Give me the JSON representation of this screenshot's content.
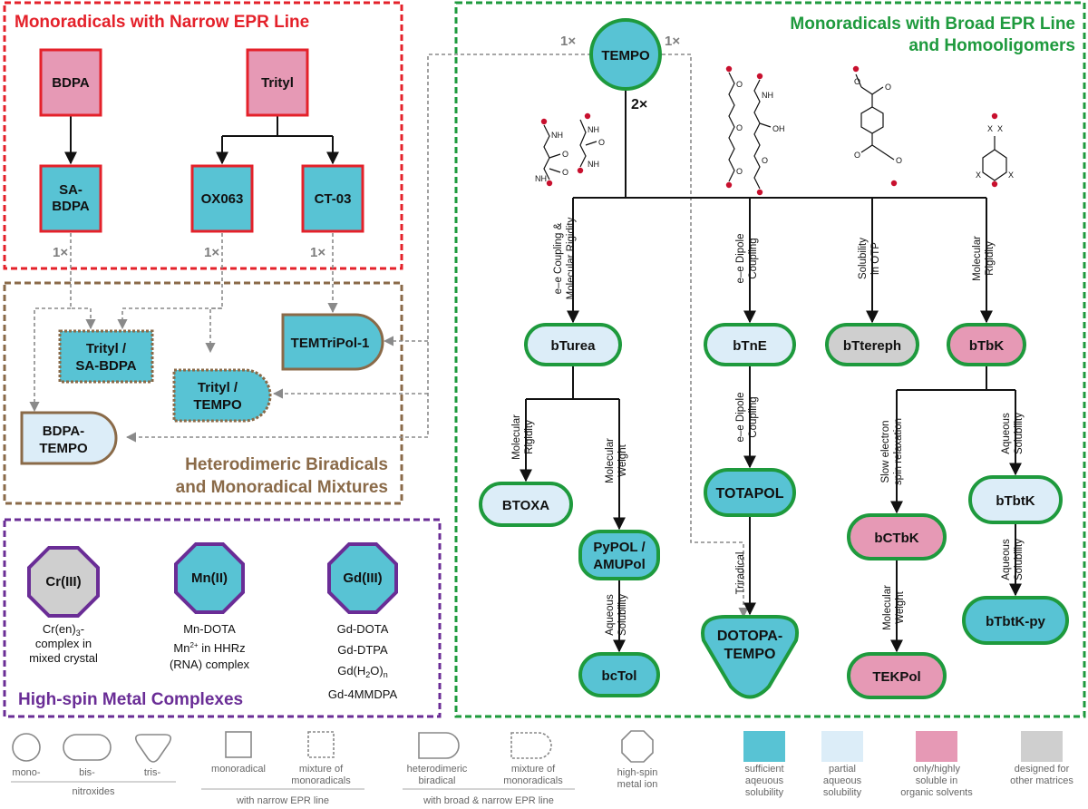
{
  "sections": {
    "narrow": "Monoradicals with Narrow EPR Line",
    "broad_line1": "Monoradicals with Broad EPR Line",
    "broad_line2": "and Homooligomers",
    "hetero_line1": "Heterodimeric Biradicals",
    "hetero_line2": "and Monoradical Mixtures",
    "metal": "High-spin Metal Complexes"
  },
  "nodes": {
    "bdpa": "BDPA",
    "trityl": "Trityl",
    "sabdpa_1": "SA-",
    "sabdpa_2": "BDPA",
    "ox063": "OX063",
    "ct03": "CT-03",
    "trityl_sabdpa_1": "Trityl /",
    "trityl_sabdpa_2": "SA-BDPA",
    "trityl_tempo_1": "Trityl /",
    "trityl_tempo_2": "TEMPO",
    "temtripol": "TEMTriPol-1",
    "bdpa_tempo_1": "BDPA-",
    "bdpa_tempo_2": "TEMPO",
    "tempo": "TEMPO",
    "bturea": "bTurea",
    "btne": "bTnE",
    "btereph": "bTtereph",
    "btbk": "bTbK",
    "btoxa": "BTOXA",
    "pypol_1": "PyPOL /",
    "pypol_2": "AMUPol",
    "bctol": "bcTol",
    "totapol": "TOTAPOL",
    "dotopa_1": "DOTOPA-",
    "dotopa_2": "TEMPO",
    "bctbk": "bCTbK",
    "tekpol": "TEKPol",
    "btbtk": "bTbtK",
    "btbtk_py": "bTbtK-py",
    "cr": "Cr(III)",
    "mn": "Mn(II)",
    "gd": "Gd(III)"
  },
  "multipliers": {
    "one": "1×",
    "two": "2×"
  },
  "edges": {
    "coupling_rigidity_1": "e–e Coupling &",
    "coupling_rigidity_2": "Molecular Rigidity",
    "dipole_1": "e–e Dipole",
    "dipole_2": "Coupling",
    "solub_otp_1": "Solubility",
    "solub_otp_2": "in OTP",
    "mol_rigidity_1": "Molecular",
    "mol_rigidity_2": "Rigidity",
    "mol_weight_1": "Molecular",
    "mol_weight_2": "Weight",
    "aq_solub_1": "Aqueous",
    "aq_solub_2": "Solubility",
    "triradical": "Triradical",
    "slow_1": "Slow electron",
    "slow_2": "spin relaxation"
  },
  "metal_text": {
    "cr_1": "Cr(en)",
    "cr_sub": "3",
    "cr_1b": "-",
    "cr_2": "complex in",
    "cr_3": "mixed crystal",
    "mn_1": "Mn-DOTA",
    "mn_2a": "Mn",
    "mn_2sup": "2+",
    "mn_2b": " in HHRz",
    "mn_3": "(RNA) complex",
    "gd_1": "Gd-DOTA",
    "gd_2": "Gd-DTPA",
    "gd_3a": "Gd(H",
    "gd_3sub1": "2",
    "gd_3b": "O)",
    "gd_3sub2": "n",
    "gd_4": "Gd-4MMDPA"
  },
  "chem_labels": {
    "nh": "NH",
    "oh": "OH",
    "o": "O",
    "x": "X"
  },
  "legend": {
    "mono": "mono-",
    "bis": "bis-",
    "tris": "tris-",
    "nitroxides": "nitroxides",
    "monoradical": "monoradical",
    "mixture_1": "mixture of",
    "mixture_2": "monoradicals",
    "with_narrow": "with narrow EPR line",
    "hetero_1": "heterodimeric",
    "hetero_2": "biradical",
    "mixture2_1": "mixture of",
    "mixture2_2": "monoradicals",
    "with_broad": "with broad & narrow EPR line",
    "metal_1": "high-spin",
    "metal_2": "metal ion",
    "sufficient_1": "sufficient",
    "sufficient_2": "aqeuous",
    "sufficient_3": "solubility",
    "partial_1": "partial",
    "partial_2": "aqueous",
    "partial_3": "solubility",
    "organic_1": "only/highly",
    "organic_2": "soluble in",
    "organic_3": "organic solvents",
    "other_1": "designed for",
    "other_2": "other matrices"
  },
  "colors": {
    "narrow_red": "#e4212a",
    "broad_green": "#1e9a3d",
    "hetero_brown": "#8a6a48",
    "metal_purple": "#6a2d96",
    "sufficient_cyan": "#58c3d4",
    "partial_lightblue": "#dcedf8",
    "organic_pink": "#e699b5",
    "other_gray": "#cfcfcf"
  }
}
